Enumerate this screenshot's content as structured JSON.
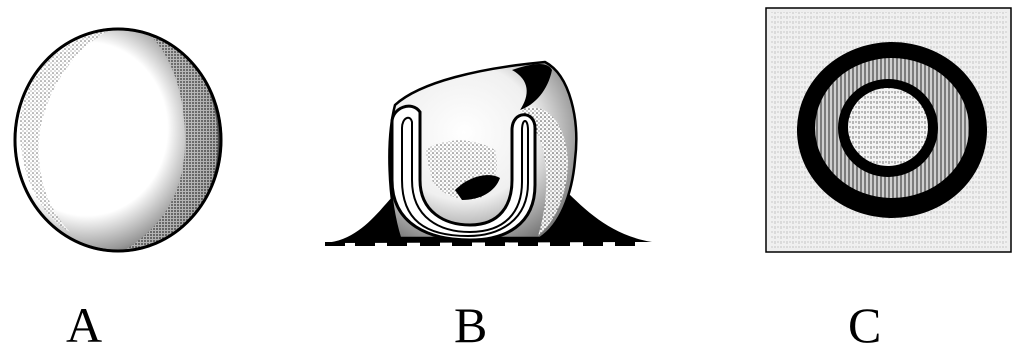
{
  "panels": [
    {
      "label": "A",
      "icon": "stippled-sphere-icon"
    },
    {
      "label": "B",
      "icon": "sectioned-dome-on-surface-icon"
    },
    {
      "label": "C",
      "icon": "concentric-ring-cross-section-icon"
    }
  ],
  "colors": {
    "ink": "#000000",
    "paper": "#ffffff",
    "stipple": "#555555",
    "panel_c_background": "#eeeeee"
  }
}
